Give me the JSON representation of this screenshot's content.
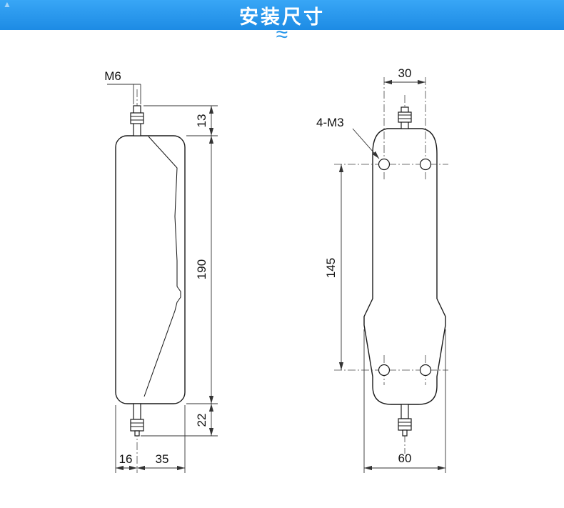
{
  "header": {
    "title": "安装尺寸",
    "wave_mark": "≈",
    "corner_arrow": "▲"
  },
  "side_view": {
    "thread_label": "M6",
    "dim_top_shaft": "13",
    "dim_body_length": "190",
    "dim_bottom_shaft": "22",
    "dim_center_offset": "16",
    "dim_right_width": "35"
  },
  "front_view": {
    "dim_hole_span": "30",
    "hole_thread_label": "4-M3",
    "dim_hole_pitch": "145",
    "dim_overall_width": "60"
  }
}
